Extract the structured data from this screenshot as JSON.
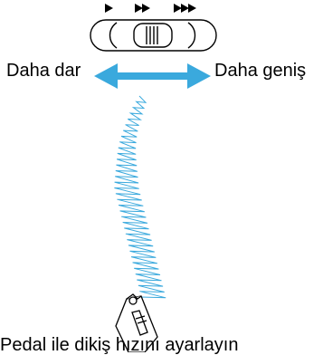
{
  "labels": {
    "narrower": "Daha dar",
    "wider": "Daha geniş",
    "caption": "Pedal ile dikiş hızını ayarlayın"
  },
  "speed_marks": [
    "▶",
    "▶▶",
    "▶▶▶"
  ],
  "colors": {
    "arrow": "#3aa9dd",
    "stitch": "#3aa9dd",
    "outline": "#000000"
  },
  "icons": [
    "speed-slider-icon",
    "width-arrow-icon",
    "zigzag-stitch-icon",
    "presser-foot-icon"
  ]
}
